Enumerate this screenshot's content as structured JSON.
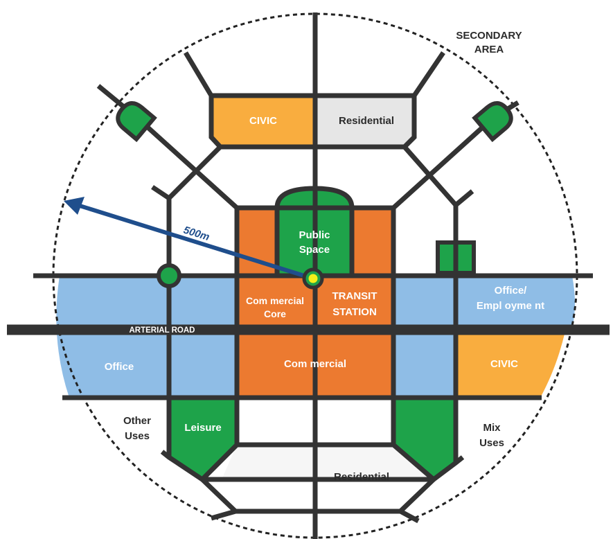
{
  "colors": {
    "office": "#8fbde6",
    "commercial": "#ec7a30",
    "civic": "#f9ad3f",
    "green": "#1ea34a",
    "residential": "#e6e6e6",
    "road": "#333333",
    "radius_arrow": "#1f4e8c",
    "station_marker": "#f3f01a"
  },
  "labels": {
    "secondary_area": [
      "SECONDARY",
      "AREA"
    ],
    "civic_top": "CIVIC",
    "residential_top": "Residential",
    "public_space": [
      "Public",
      "Space"
    ],
    "radius": "500m",
    "commercial_core": [
      "Com mercial",
      "Core"
    ],
    "transit_station": [
      "TRANSIT",
      "STATION"
    ],
    "office_employment": [
      "Office/",
      "Empl oyme nt"
    ],
    "arterial_road": "ARTERIAL ROAD",
    "office_left": "Office",
    "commercial": "Com mercial",
    "civic_right": "CIVIC",
    "other_uses": [
      "Other",
      "Uses"
    ],
    "leisure": "Leisure",
    "mix_uses": [
      "Mix",
      "Uses"
    ],
    "residential_bottom": "Residential"
  }
}
